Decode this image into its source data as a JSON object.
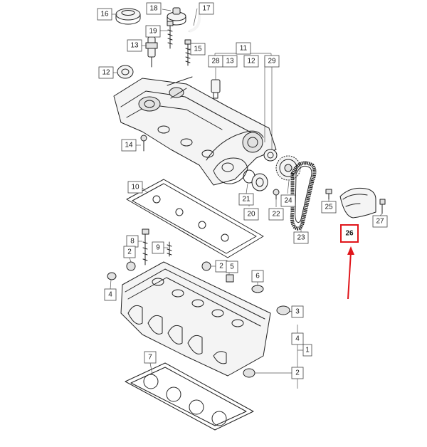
{
  "callouts": {
    "c1": "1",
    "c2a": "2",
    "c2b": "2",
    "c2c": "2",
    "c3": "3",
    "c4a": "4",
    "c4b": "4",
    "c5": "5",
    "c6": "6",
    "c7": "7",
    "c8": "8",
    "c9": "9",
    "c10": "10",
    "c11": "11",
    "c12a": "12",
    "c12b": "12",
    "c13a": "13",
    "c13b": "13",
    "c14": "14",
    "c15": "15",
    "c16": "16",
    "c17": "17",
    "c18": "18",
    "c19": "19",
    "c20": "20",
    "c21": "21",
    "c22": "22",
    "c23": "23",
    "c24": "24",
    "c25": "25",
    "c26": "26",
    "c27": "27",
    "c28": "28",
    "c29": "29"
  },
  "highlight": {
    "part": "26",
    "color": "#e0161b"
  }
}
